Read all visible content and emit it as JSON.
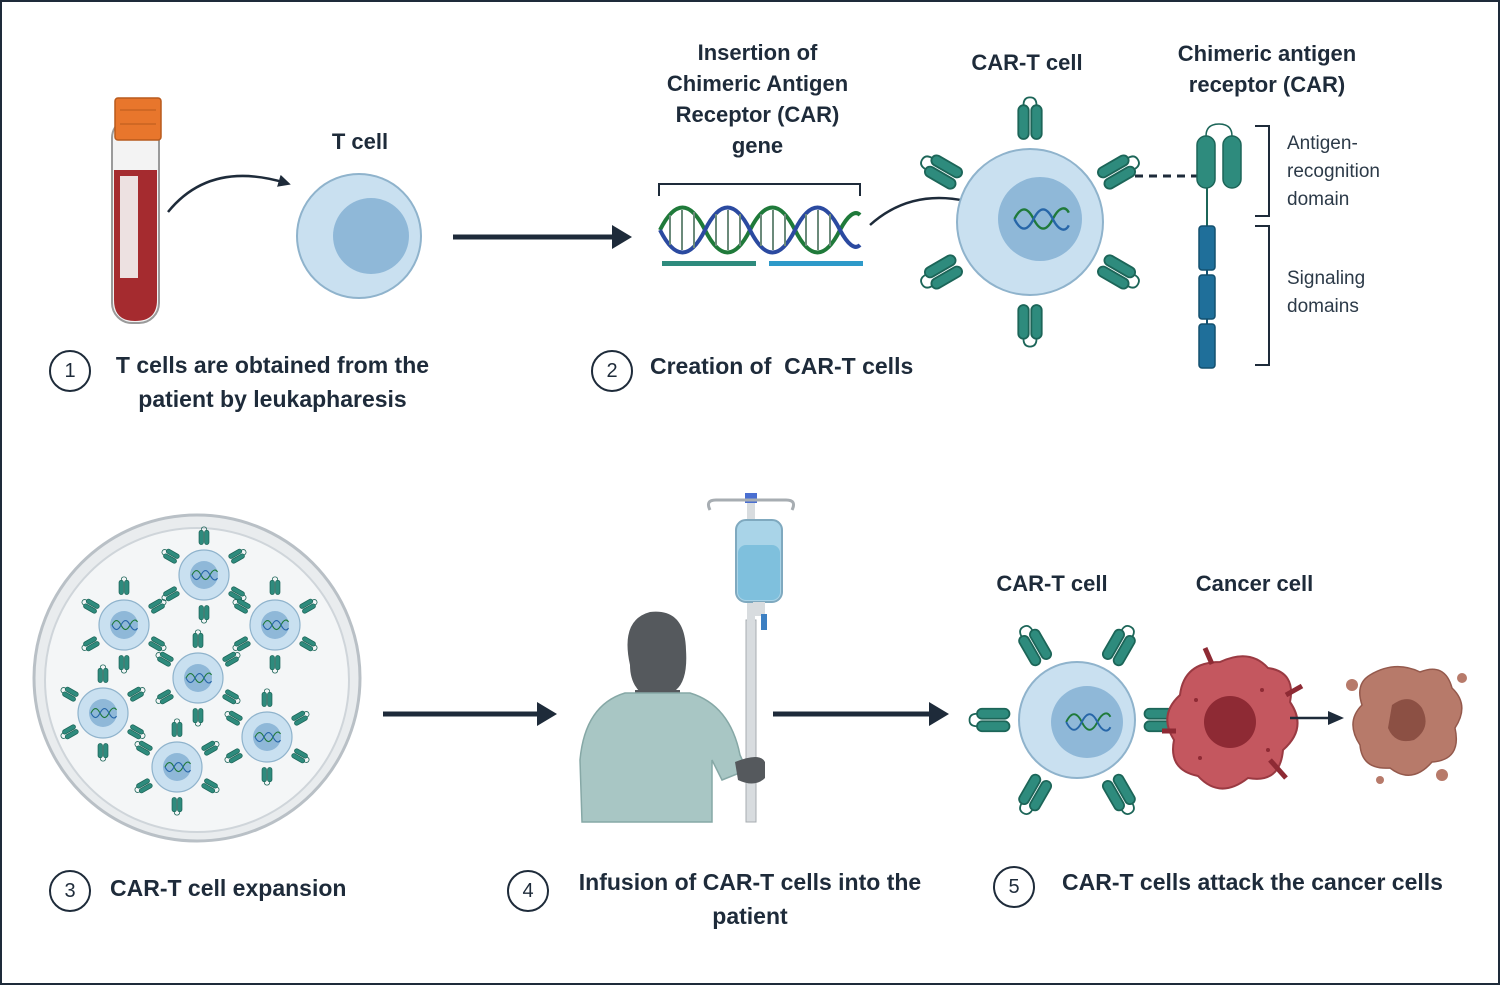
{
  "steps": [
    {
      "number": "1",
      "caption_line1": "T cells are obtained from the",
      "caption_line2": "patient by leukapharesis"
    },
    {
      "number": "2",
      "caption_line1": "Creation of  CAR-T cells"
    },
    {
      "number": "3",
      "caption_line1": "CAR-T cell expansion"
    },
    {
      "number": "4",
      "caption_line1": "Infusion of CAR-T cells into the",
      "caption_line2": "patient"
    },
    {
      "number": "5",
      "caption_line1": "CAR-T cells attack the cancer cells"
    }
  ],
  "labels": {
    "t_cell": "T cell",
    "insertion": [
      "Insertion of",
      "Chimeric Antigen",
      "Receptor (CAR)",
      "gene"
    ],
    "car_t_cell_top": "CAR-T cell",
    "car_title": [
      "Chimeric antigen",
      "receptor (CAR)"
    ],
    "antigen_domain": [
      "Antigen-",
      "recognition",
      "domain"
    ],
    "signaling_domain": [
      "Signaling",
      "domains"
    ],
    "car_t_cell_bottom": "CAR-T cell",
    "cancer_cell": "Cancer cell"
  },
  "colors": {
    "text": "#1e2b3a",
    "receptor_teal": "#2e8b7d",
    "signaling_blue": "#1f6f9a",
    "cell_fill": "#c9e0f0",
    "nucleus_fill": "#8fb8d8",
    "blood_red": "#a52b2f",
    "tube_cap": "#e8762c",
    "cancer_fill": "#c4575f",
    "debris_fill": "#b77a6a",
    "gown": "#a8c6c4",
    "iv_bag": "#a9d4e8"
  }
}
